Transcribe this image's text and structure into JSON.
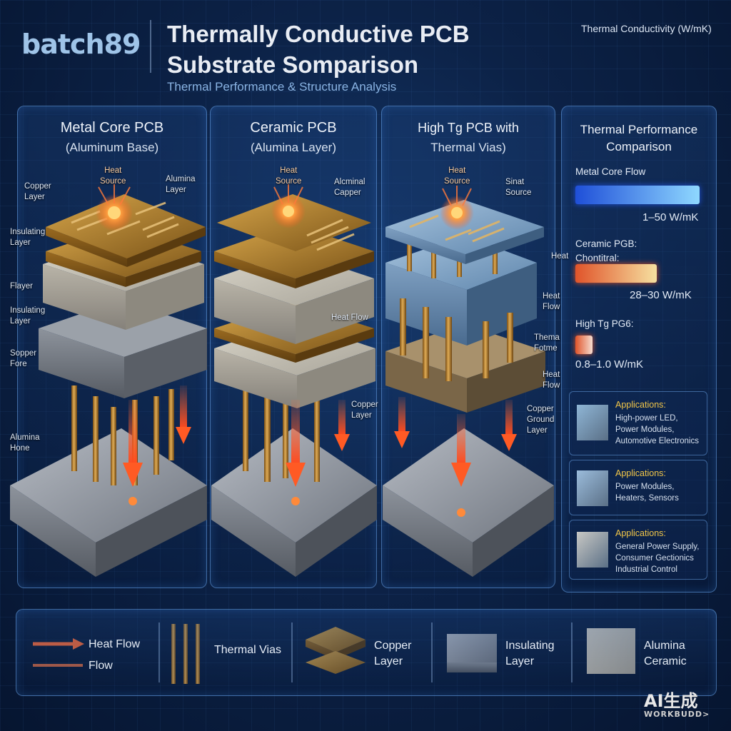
{
  "brand": "batch89",
  "title": "Thermally Conductive PCB Substrate Somparison",
  "subtitle": "Thermal Performance & Structure Analysis",
  "kpi_note": "Thermal Conductivity (W/mK)",
  "columns": [
    {
      "title": "Metal Core PCB",
      "sub": "(Aluminum Base)",
      "heat_source": "Heat\nSource",
      "labels": [
        "Copper\nLayer",
        "Alumina\nLayer",
        "Insulating\nLayer",
        "Flayer",
        "Insulating\nLayer",
        "Sopper\nFore",
        "Alumina\nHone"
      ]
    },
    {
      "title": "Ceramic PCB",
      "sub": "(Alumina Layer)",
      "heat_source": "Heat\nSource",
      "labels": [
        "Alcminal\nCapper",
        "Heat Flow",
        "Copper\nLayer"
      ]
    },
    {
      "title": "High Tg PCB with",
      "sub": "Thermal Vias)",
      "heat_source": "Heat\nSource",
      "labels": [
        "Sinat\nSource",
        "Heat",
        "Heat\nFlow",
        "Thema\nFotme",
        "Heat\nFlow",
        "Copper\nGround\nLayer"
      ]
    }
  ],
  "side": {
    "title": "Thermal Performance Comparison",
    "items": [
      {
        "label": "Metal Core Flow",
        "value": "1–50 W/mK",
        "color_a": "#1f4fd8",
        "color_b": "#8fd8ff"
      },
      {
        "label": "Ceramic PGB:\nChontitral:",
        "value": "28–30 W/mK",
        "color_a": "#e0542a",
        "color_b": "#f6e0a0"
      },
      {
        "label": "High Tg PG6:",
        "value": "0.8–1.0 W/mK",
        "color_a": "#e0542a",
        "color_b": "#f6ddd0"
      }
    ],
    "apps": [
      {
        "heading": "Applications:",
        "text": "High-power LED,\nPower Modules,\nAutomotive Electronics",
        "swatch": "#8fb6d6"
      },
      {
        "heading": "Applications:",
        "text": "Power Modules,\nHeaters, Sensors",
        "swatch": "#9bbcdb"
      },
      {
        "heading": "Applications:",
        "text": "General Power Supply,\nConsumer Gectionics\nIndustrial Control",
        "swatch": "#c8c8c4"
      }
    ]
  },
  "legend": {
    "heat_flow": "Heat Flow",
    "flow": "Flow",
    "thermal_vias": "Thermal Vias",
    "copper_layer": "Copper\nLayer",
    "insulating_layer": "Insulating\nLayer",
    "alumina_ceramic": "Alumina\nCeramic"
  },
  "watermark": {
    "line1": "AI生成",
    "line2": "WORKBUDD>"
  },
  "colors": {
    "copper": "#b8832f",
    "heat": "#ff5a2a",
    "accent": "#6eaaf0"
  }
}
